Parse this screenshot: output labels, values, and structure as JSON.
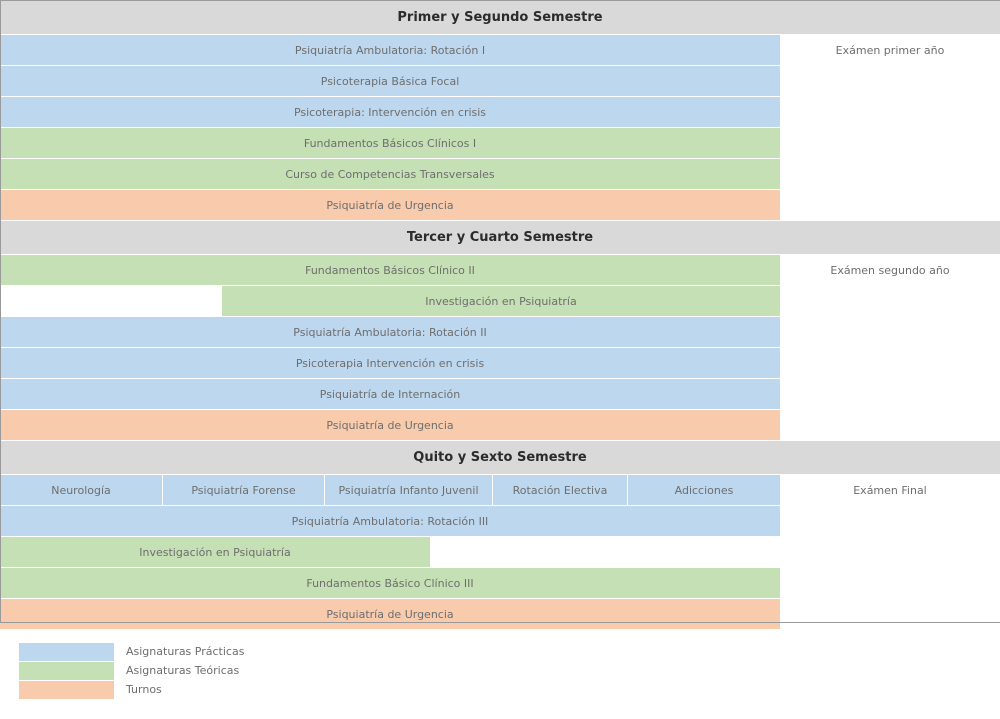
{
  "sections": [
    {
      "title": "Primer y Segundo Semestre",
      "exam": "Exámen primer año",
      "rows": [
        [
          {
            "label": "Psiquiatría Ambulatoria: Rotación I",
            "type": "blue",
            "span": [
              0,
              780
            ]
          }
        ],
        [
          {
            "label": "Psicoterapia Básica Focal",
            "type": "blue",
            "span": [
              0,
              780
            ]
          }
        ],
        [
          {
            "label": "Psicoterapia: Intervención en crisis",
            "type": "blue",
            "span": [
              0,
              780
            ]
          }
        ],
        [
          {
            "label": "Fundamentos Básicos Clínicos I",
            "type": "green",
            "span": [
              0,
              780
            ]
          }
        ],
        [
          {
            "label": "Curso de Competencias Transversales",
            "type": "green",
            "span": [
              0,
              780
            ]
          }
        ],
        [
          {
            "label": "Psiquiatría de Urgencia",
            "type": "orange",
            "span": [
              0,
              780
            ]
          }
        ]
      ]
    },
    {
      "title": "Tercer y Cuarto Semestre",
      "exam": "Exámen segundo año",
      "rows": [
        [
          {
            "label": "Fundamentos Básicos Clínico II",
            "type": "green",
            "span": [
              0,
              780
            ]
          }
        ],
        [
          {
            "label": "Investigación en Psiquiatría",
            "type": "green",
            "span": [
              222,
              780
            ]
          }
        ],
        [
          {
            "label": "Psiquiatría Ambulatoria: Rotación II",
            "type": "blue",
            "span": [
              0,
              780
            ]
          }
        ],
        [
          {
            "label": "Psicoterapia Intervención en crisis",
            "type": "blue",
            "span": [
              0,
              780
            ]
          }
        ],
        [
          {
            "label": "Psiquiatría de Internación",
            "type": "blue",
            "span": [
              0,
              780
            ]
          }
        ],
        [
          {
            "label": "Psiquiatría de Urgencia",
            "type": "orange",
            "span": [
              0,
              780
            ]
          }
        ]
      ]
    },
    {
      "title": "Quito y Sexto Semestre",
      "exam": "Exámen Final",
      "rows": [
        [
          {
            "label": "Neurología",
            "type": "blue",
            "span": [
              0,
              162
            ]
          },
          {
            "label": "Psiquiatría Forense",
            "type": "blue",
            "span": [
              163,
              324
            ]
          },
          {
            "label": "Psiquiatría Infanto Juvenil",
            "type": "blue",
            "span": [
              325,
              492
            ]
          },
          {
            "label": "Rotación Electiva",
            "type": "blue",
            "span": [
              493,
              627
            ]
          },
          {
            "label": "Adicciones",
            "type": "blue",
            "span": [
              628,
              780
            ]
          }
        ],
        [
          {
            "label": "Psiquiatría Ambulatoria: Rotación III",
            "type": "blue",
            "span": [
              0,
              780
            ]
          }
        ],
        [
          {
            "label": "Investigación en Psiquiatría",
            "type": "green",
            "span": [
              0,
              430
            ]
          }
        ],
        [
          {
            "label": "Fundamentos Básico Clínico III",
            "type": "green",
            "span": [
              0,
              780
            ]
          }
        ],
        [
          {
            "label": "Psiquiatría de Urgencia",
            "type": "orange",
            "span": [
              0,
              780
            ]
          }
        ]
      ]
    }
  ],
  "legend": [
    {
      "label": "Asignaturas Prácticas",
      "type": "blue"
    },
    {
      "label": "Asignaturas Teóricas",
      "type": "green"
    },
    {
      "label": "Turnos",
      "type": "orange"
    }
  ],
  "colors": {
    "blue": "#bdd7ee",
    "green": "#c5e0b4",
    "orange": "#f8cbad",
    "header": "#d9d9d9"
  }
}
